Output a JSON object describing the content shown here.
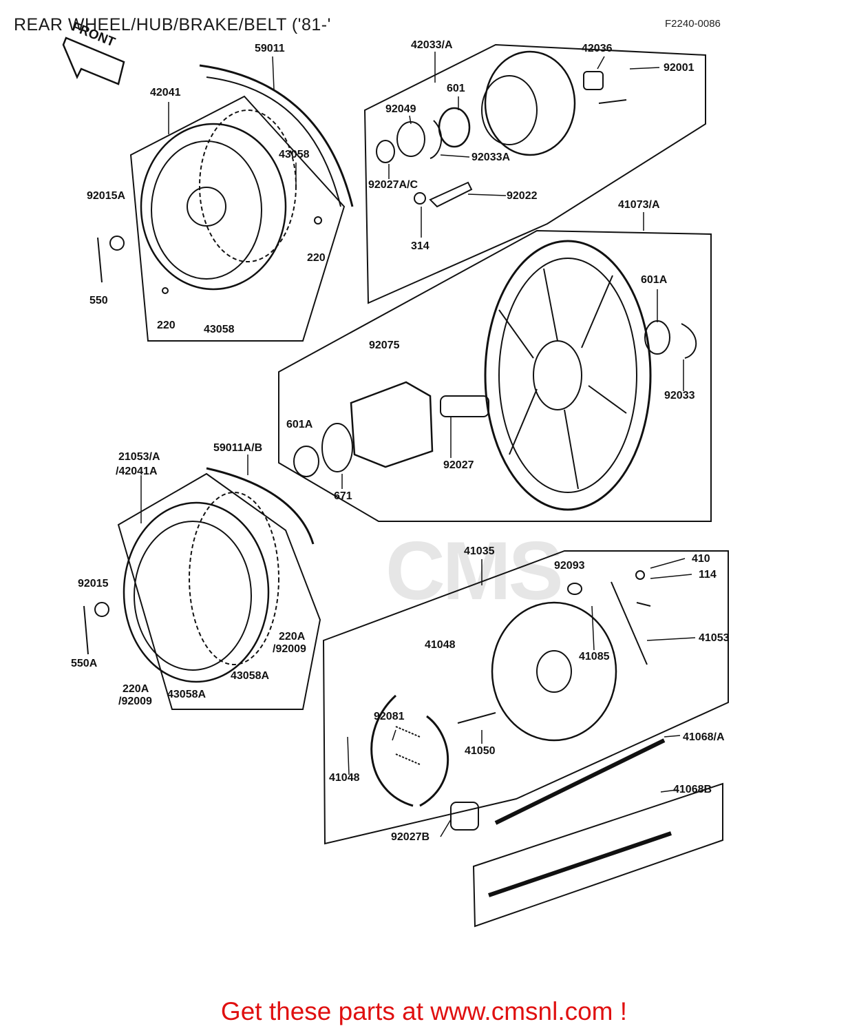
{
  "header": {
    "title": "REAR WHEEL/HUB/BRAKE/BELT ('81-'",
    "diagram_code": "F2240-0086"
  },
  "front_arrow": "FRONT",
  "watermark": "CMS",
  "labels": {
    "l59011": "59011",
    "l42041": "42041",
    "l43058_top": "43058",
    "l92015A": "92015A",
    "l550": "550",
    "l220_right": "220",
    "l220_bottom": "220",
    "l43058_bottom": "43058",
    "l42033A": "42033/A",
    "l42036": "42036",
    "l92001": "92001",
    "l601": "601",
    "l92049": "92049",
    "l92033A": "92033A",
    "l92027AC": "92027A/C",
    "l92022": "92022",
    "l314": "314",
    "l41073A": "41073/A",
    "l601A_right": "601A",
    "l92033": "92033",
    "l92075": "92075",
    "l601A_left": "601A",
    "l92027": "92027",
    "l671": "671",
    "l21053A": "21053/A",
    "l42041A": "/42041A",
    "l59011AB": "59011A/B",
    "l92015": "92015",
    "l550A": "550A",
    "l220A_right": "220A",
    "l92009_right": "/92009",
    "l43058A_right": "43058A",
    "l220A_bottom": "220A",
    "l92009_bottom": "/92009",
    "l43058A_bottom": "43058A",
    "l41035": "41035",
    "l92093": "92093",
    "l410": "410",
    "l114": "114",
    "l41048_top": "41048",
    "l41053": "41053",
    "l41085": "41085",
    "l92081": "92081",
    "l41050": "41050",
    "l41048_bottom": "41048",
    "l41068A": "41068/A",
    "l41068B": "41068B",
    "l92027B": "92027B"
  },
  "footer": "Get these parts at www.cmsnl.com !"
}
